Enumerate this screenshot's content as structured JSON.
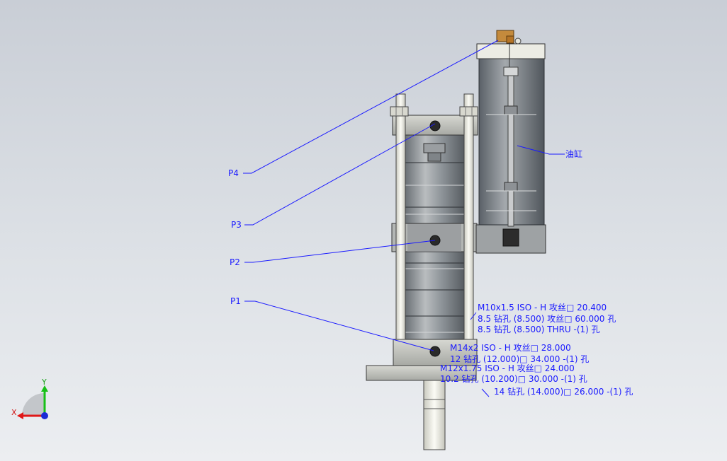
{
  "callouts": {
    "p1": "P1",
    "p2": "P2",
    "p3": "P3",
    "p4": "P4",
    "oil_label": "油缸"
  },
  "annotations": {
    "upper_1": "M10x1.5 ISO - H 攻丝□ 20.400",
    "upper_2": "8.5 钻孔 (8.500) 攻丝□ 60.000 孔",
    "upper_3": "8.5 钻孔 (8.500) THRU -(1) 孔",
    "lower_1": "M14x2 ISO - H 攻丝□ 28.000",
    "lower_2": "12 钻孔 (12.000)□ 34.000 -(1) 孔",
    "lower_3": "M12x1.75 ISO - H 攻丝□ 24.000",
    "lower_4": "10.2 钻孔 (10.200)□ 30.000 -(1) 孔",
    "lower_5": "14 钻孔 (14.000)□ 26.000 -(1) 孔"
  },
  "triad": {
    "x": "X",
    "y": "Y"
  },
  "colors": {
    "accent": "#1a1aff",
    "background_top": "#c9ced6",
    "background_bottom": "#eceef1",
    "metal_light": "#e9e9e1",
    "metal_dark": "#6d7276"
  }
}
